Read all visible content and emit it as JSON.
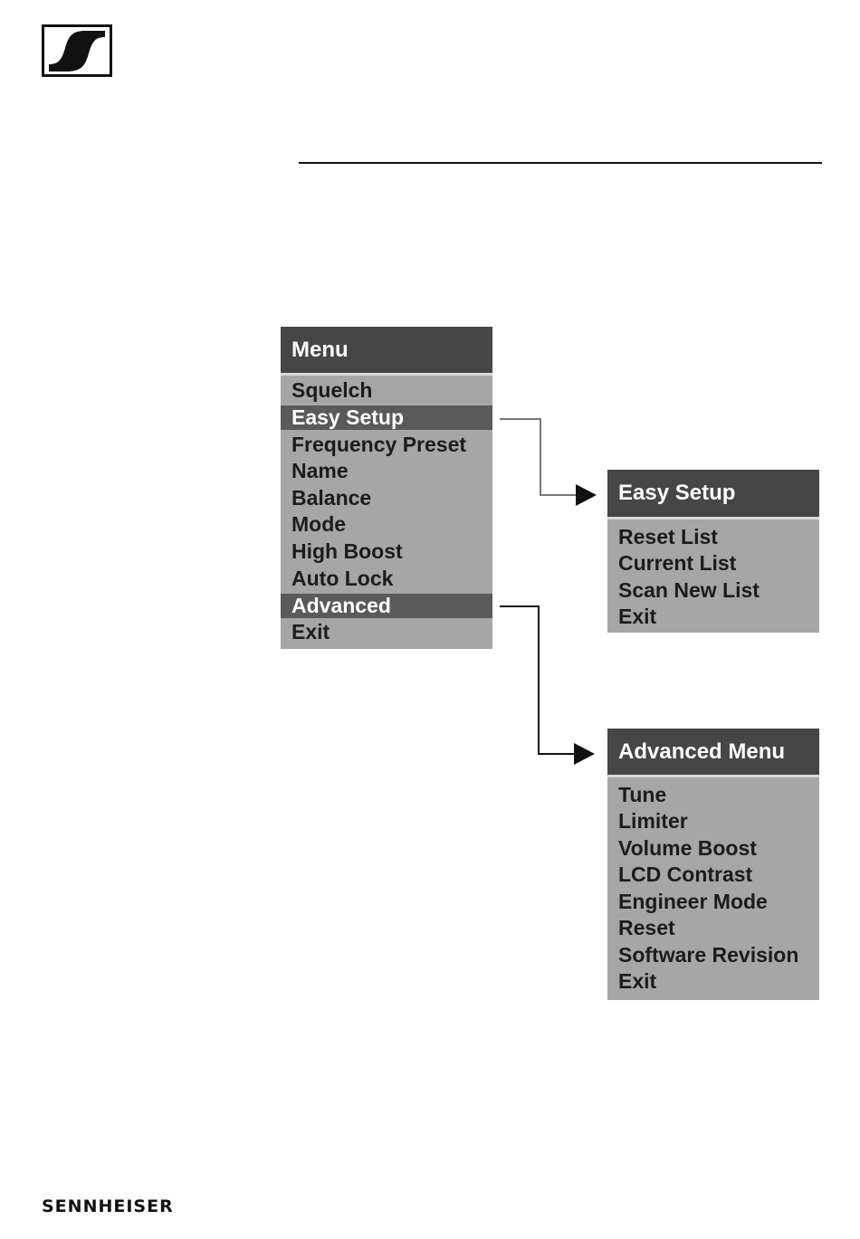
{
  "logo": {
    "icon": "sennheiser-logo-icon"
  },
  "main_menu": {
    "title": "Menu",
    "items": [
      {
        "label": "Squelch",
        "selected": false
      },
      {
        "label": "Easy Setup",
        "selected": true
      },
      {
        "label": "Frequency Preset",
        "selected": false
      },
      {
        "label": "Name",
        "selected": false
      },
      {
        "label": "Balance",
        "selected": false
      },
      {
        "label": "Mode",
        "selected": false
      },
      {
        "label": "High Boost",
        "selected": false
      },
      {
        "label": "Auto Lock",
        "selected": false
      },
      {
        "label": "Advanced",
        "selected": true
      },
      {
        "label": "Exit",
        "selected": false
      }
    ]
  },
  "easy_setup_menu": {
    "title": "Easy Setup",
    "items": [
      {
        "label": "Reset List"
      },
      {
        "label": "Current List"
      },
      {
        "label": "Scan New List"
      },
      {
        "label": "Exit"
      }
    ]
  },
  "advanced_menu": {
    "title": "Advanced Menu",
    "items": [
      {
        "label": "Tune"
      },
      {
        "label": "Limiter"
      },
      {
        "label": "Volume Boost"
      },
      {
        "label": "LCD Contrast"
      },
      {
        "label": "Engineer Mode"
      },
      {
        "label": "Reset"
      },
      {
        "label": "Software Revision"
      },
      {
        "label": "Exit"
      }
    ]
  },
  "footer": {
    "brand": "SENNHEISER"
  },
  "colors": {
    "header_bg": "#464646",
    "panel_bg": "#a6a6a6",
    "selected_bg": "#5a5a5a"
  }
}
